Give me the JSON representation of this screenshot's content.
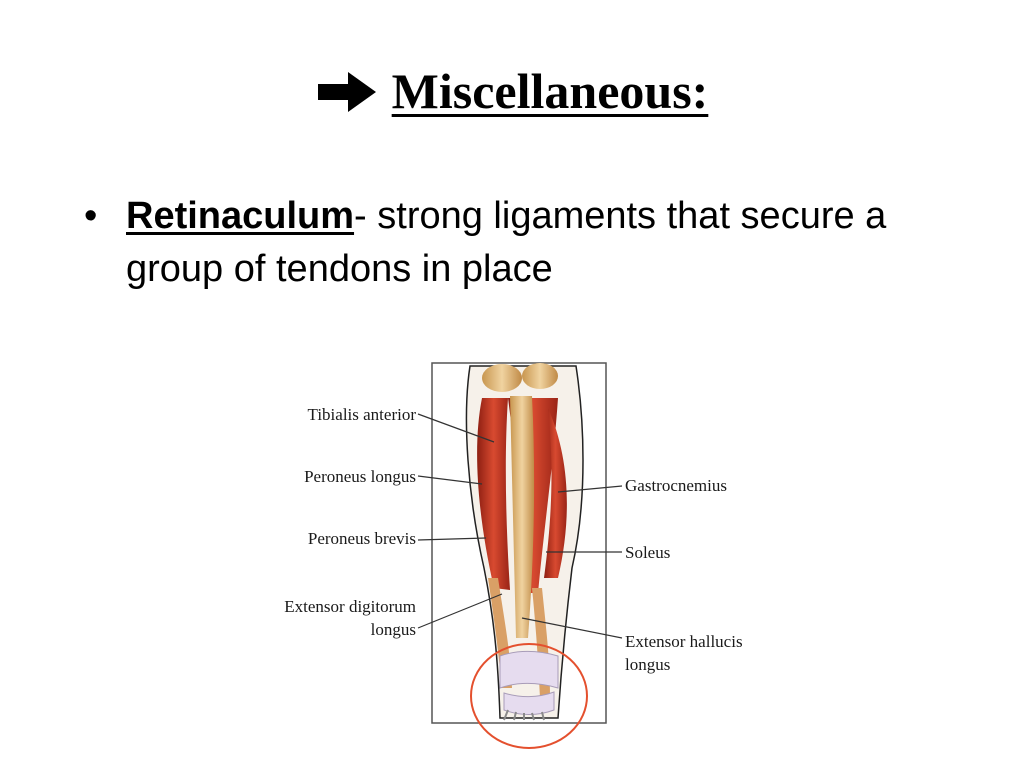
{
  "slide": {
    "title": "Miscellaneous:",
    "arrow_icon": "right-arrow-icon",
    "bullet": {
      "term": "Retinaculum",
      "definition": "- strong ligaments that secure a group of tendons in place"
    }
  },
  "figure": {
    "labels_left": {
      "tibialis_anterior": "Tibialis anterior",
      "peroneus_longus": "Peroneus longus",
      "peroneus_brevis": "Peroneus brevis",
      "extensor_digitorum_1": "Extensor digitorum",
      "extensor_digitorum_2": "longus"
    },
    "labels_right": {
      "gastrocnemius": "Gastrocnemius",
      "soleus": "Soleus",
      "extensor_hallucis_1": "Extensor hallucis",
      "extensor_hallucis_2": "longus"
    },
    "highlight_color": "#e4502e",
    "muscle_color": "#c6341f",
    "tendon_color": "#d9a066"
  }
}
